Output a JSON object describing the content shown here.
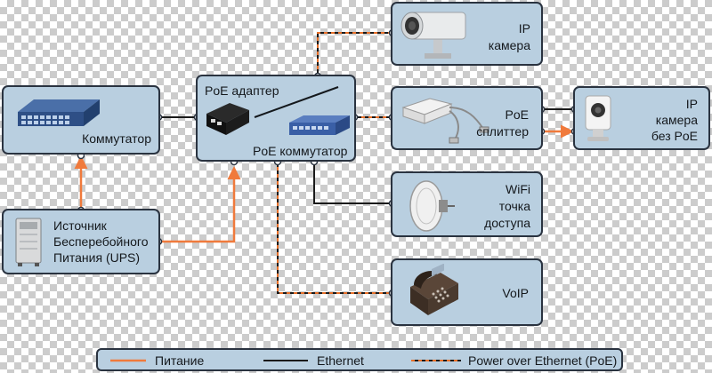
{
  "nodes": {
    "switch": {
      "label": "Коммутатор"
    },
    "ups": {
      "line1": "Источник",
      "line2": "Бесперебойного",
      "line3": "Питания (UPS)"
    },
    "poe_hub": {
      "adapter_label": "PoE адаптер",
      "switch_label": "PoE коммутатор"
    },
    "ip_camera": {
      "line1": "IP",
      "line2": "камера"
    },
    "poe_splitter": {
      "line1": "PoE",
      "line2": "сплиттер"
    },
    "ip_camera_no_poe": {
      "line1": "IP",
      "line2": "камера",
      "line3": "без PoE"
    },
    "wifi_ap": {
      "line1": "WiFi",
      "line2": "точка",
      "line3": "доступа"
    },
    "voip": {
      "label": "VoIP"
    }
  },
  "legend": {
    "power": "Питание",
    "ethernet": "Ethernet",
    "poe": "Power over Ethernet (PoE)"
  },
  "colors": {
    "box_fill": "#b9cfe0",
    "border": "#2a3340",
    "power": "#f07a3c",
    "ethernet": "#1a1a1a",
    "poe_dash_a": "#e8702a",
    "poe_dash_b": "#1a1a1a"
  }
}
